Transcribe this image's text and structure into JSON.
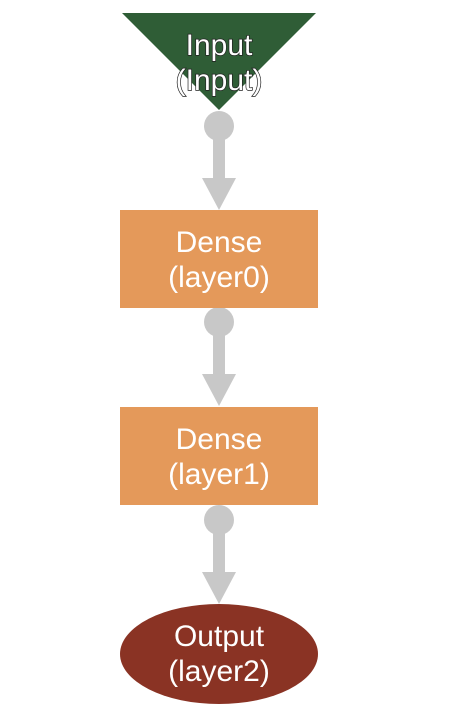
{
  "diagram": {
    "colors": {
      "input": "#2f5d36",
      "dense": "#e4995a",
      "output": "#8a3324",
      "connector": "#c8c8c8",
      "label": "#ffffff"
    },
    "nodes": [
      {
        "id": "input",
        "shape": "inverted-triangle",
        "line1": "Input",
        "line2": "(Input)"
      },
      {
        "id": "layer0",
        "shape": "rectangle",
        "line1": "Dense",
        "line2": "(layer0)"
      },
      {
        "id": "layer1",
        "shape": "rectangle",
        "line1": "Dense",
        "line2": "(layer1)"
      },
      {
        "id": "layer2",
        "shape": "ellipse",
        "line1": "Output",
        "line2": "(layer2)"
      }
    ],
    "edges": [
      {
        "from": "input",
        "to": "layer0"
      },
      {
        "from": "layer0",
        "to": "layer1"
      },
      {
        "from": "layer1",
        "to": "layer2"
      }
    ]
  }
}
